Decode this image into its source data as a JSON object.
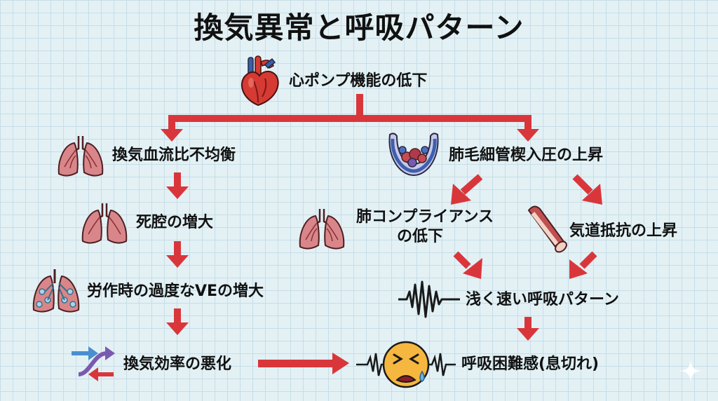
{
  "title": "換気異常と呼吸パターン",
  "nodes": {
    "cardiac": "心ポンプ機能の低下",
    "va_q": "換気血流比不均衡",
    "pcwp": "肺毛細管楔入圧の上昇",
    "dead_space": "死腔の増大",
    "compliance_line1": "肺コンプライアンス",
    "compliance_line2": "の低下",
    "airway": "気道抵抗の上昇",
    "excess_ve": "労作時の過度なVEの増大",
    "rapid_shallow": "浅く速い呼吸パターン",
    "efficiency": "換気効率の悪化",
    "dyspnea": "呼吸困難感(息切れ)"
  },
  "icons": [
    "heart-icon",
    "lungs-icon",
    "alveoli-capillary-icon",
    "airway-vessel-icon",
    "waveform-icon",
    "cycle-arrows-icon",
    "distressed-face-icon",
    "sparkle-icon"
  ],
  "colors": {
    "arrow": "#d9363b",
    "lung": "#d9868a",
    "lung_stroke": "#4d1f22",
    "heart": "#d53a33",
    "face": "#f5b73f"
  }
}
